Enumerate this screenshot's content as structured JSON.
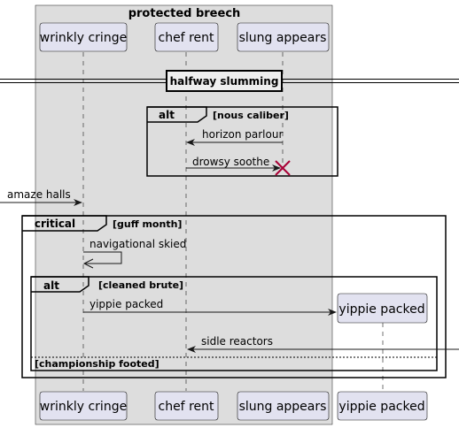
{
  "box": {
    "title": "protected breech",
    "color": "#DDDDDD"
  },
  "participants": [
    {
      "id": "wrinkly",
      "label": "wrinkly cringe"
    },
    {
      "id": "chef",
      "label": "chef rent"
    },
    {
      "id": "slung",
      "label": "slung appears"
    },
    {
      "id": "yippie",
      "label": "yippie packed"
    }
  ],
  "divider": {
    "label": "halfway slumming"
  },
  "fragments": [
    {
      "keyword": "alt",
      "guard": "[nous caliber]"
    },
    {
      "keyword": "critical",
      "guard": "[guff month]"
    },
    {
      "keyword": "alt",
      "guard": "[cleaned brute]",
      "else_guard": "[championship footed]"
    }
  ],
  "messages": [
    {
      "label": "horizon parlour",
      "from": "slung appears",
      "to": "chef rent"
    },
    {
      "label": "drowsy soothe",
      "from": "chef rent",
      "to": "slung appears",
      "note": "destroy"
    },
    {
      "label": "amaze halls",
      "from": "outside",
      "to": "wrinkly cringe"
    },
    {
      "label": "navigational skied",
      "from": "wrinkly cringe",
      "to": "wrinkly cringe",
      "style": "async"
    },
    {
      "label": "yippie packed",
      "from": "wrinkly cringe",
      "to": "yippie packed",
      "note": "create"
    },
    {
      "label": "sidle reactors",
      "from": "outside",
      "to": "chef rent"
    }
  ],
  "colors": {
    "participant_fill": "#E2E2F0",
    "destroy": "#A80036",
    "line": "#181818"
  }
}
